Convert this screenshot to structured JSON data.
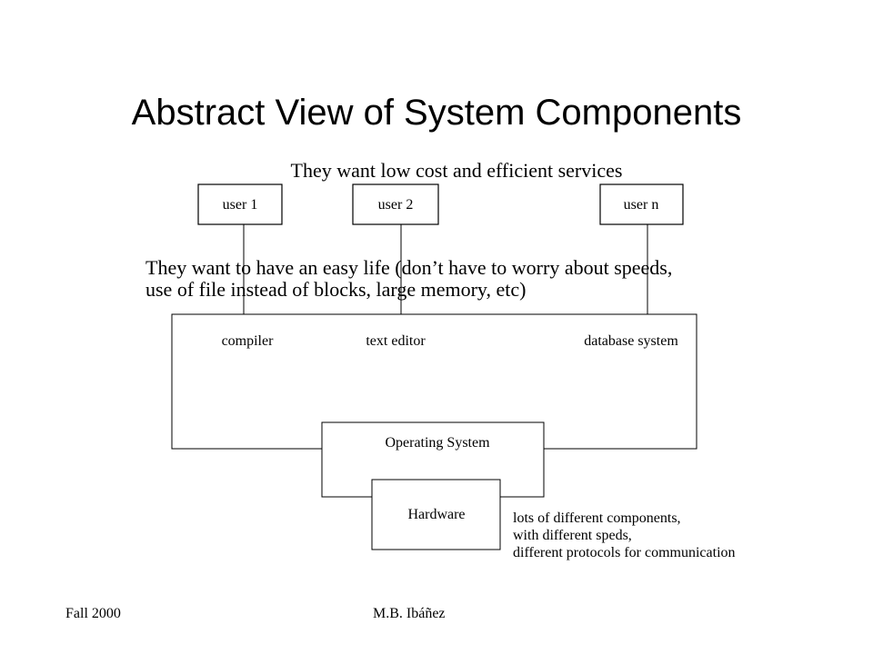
{
  "slide": {
    "title": "Abstract View of System Components"
  },
  "diagram": {
    "users_caption": "They want low cost and efficient services",
    "users": [
      "user 1",
      "user 2",
      "user n"
    ],
    "apps_caption_line1": "They want to have an easy life (don’t have to worry about speeds,",
    "apps_caption_line2": "use of file instead of blocks, large memory, etc)",
    "applications": [
      "compiler",
      "text editor",
      "database system"
    ],
    "os_label": "Operating System",
    "hardware_label": "Hardware",
    "hardware_note": [
      "lots of different components,",
      "with different speds,",
      "different protocols for communication"
    ]
  },
  "footer": {
    "left": "Fall 2000",
    "center": "M.B. Ibáñez"
  }
}
